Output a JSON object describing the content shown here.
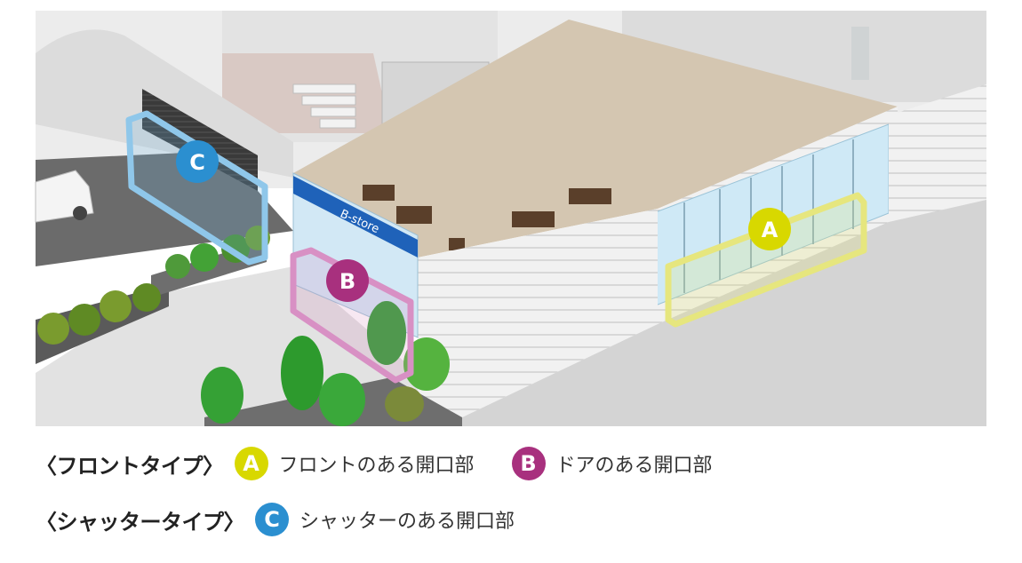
{
  "store_sign": "B-store",
  "markers": [
    {
      "key": "A",
      "color": "#d8d800"
    },
    {
      "key": "B",
      "color": "#a8307e"
    },
    {
      "key": "C",
      "color": "#2b8fd0"
    }
  ],
  "legend": {
    "front": {
      "category": "〈フロントタイプ〉",
      "items": [
        {
          "badge": "A",
          "label": "フロントのある開口部",
          "color": "#d8d800"
        },
        {
          "badge": "B",
          "label": "ドアのある開口部",
          "color": "#a8307e"
        }
      ]
    },
    "shutter": {
      "category": "〈シャッタータイプ〉",
      "items": [
        {
          "badge": "C",
          "label": "シャッターのある開口部",
          "color": "#2b8fd0"
        }
      ]
    }
  }
}
